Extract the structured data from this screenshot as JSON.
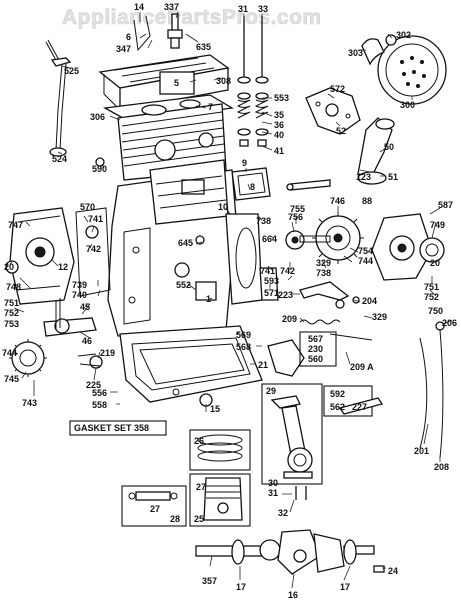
{
  "watermark": "AppliancePartsPros.com",
  "callouts": {
    "c14": "14",
    "c337": "337",
    "c6": "6",
    "c347": "347",
    "c635": "635",
    "c31": "31",
    "c33": "33",
    "c302": "302",
    "c303": "303",
    "c525": "525",
    "c5": "5",
    "c308": "308",
    "c553": "553",
    "c572": "572",
    "c7": "7",
    "c306": "306",
    "c35": "35",
    "c36": "36",
    "c40": "40",
    "c300": "300",
    "c52": "52",
    "c50": "50",
    "c524": "524",
    "c41": "41",
    "c590": "590",
    "c9": "9",
    "c8": "8",
    "c123": "123",
    "c51": "51",
    "c587": "587",
    "c747": "747",
    "c570": "570",
    "c741a": "741",
    "c10": "10",
    "c738": "738",
    "c755": "755",
    "c746": "746",
    "c88": "88",
    "c756": "756",
    "c664": "664",
    "c749": "749",
    "c742a": "742",
    "c645": "645",
    "c754": "754",
    "c744a": "744",
    "c20a": "20",
    "c12": "12",
    "c741b": "741",
    "c742b": "742",
    "c329a": "329",
    "c738b": "738",
    "c20b": "20",
    "c748": "748",
    "c739": "739",
    "c740": "740",
    "c552": "552",
    "c593": "593",
    "c571": "571",
    "c751a": "751",
    "c752a": "752",
    "c750": "750",
    "c751b": "751",
    "c752b": "752",
    "c223": "223",
    "c204": "204",
    "c753": "753",
    "c45": "45",
    "c1": "1",
    "c329b": "329",
    "c209": "209",
    "c567": "567",
    "c230": "230",
    "c560": "560",
    "c206": "206",
    "c46": "46",
    "c569": "569",
    "c568": "568",
    "c209a": "209 A",
    "c744b": "744",
    "c219": "219",
    "c745": "745",
    "c225": "225",
    "c21": "21",
    "c743": "743",
    "c556": "556",
    "c558": "558",
    "c15": "15",
    "c29": "29",
    "c592": "592",
    "c562": "562",
    "c227": "227",
    "c26": "26",
    "c201": "201",
    "c208": "208",
    "c30": "30",
    "c31b": "31",
    "c27a": "27",
    "c27b": "27",
    "c28": "28",
    "c25": "25",
    "c32": "32",
    "c357": "357",
    "c17a": "17",
    "c17b": "17",
    "c24": "24",
    "c16": "16"
  },
  "gasket_set": "GASKET SET  358"
}
